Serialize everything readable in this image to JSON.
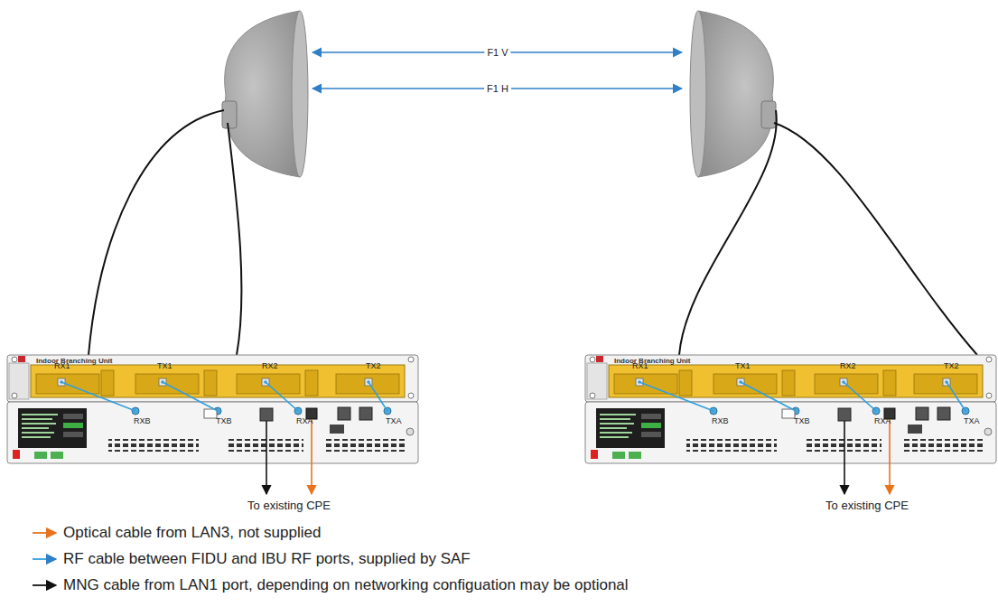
{
  "diagram": {
    "nodes": [
      {
        "text": [
          "Indoor Branching Unit",
          "RX1",
          "TX1",
          "RX2",
          "TX2"
        ]
      },
      {
        "text": [
          "RXB",
          "TXB",
          "RXA",
          "TXA"
        ]
      },
      {
        "text": [
          "Indoor Branching Unit",
          "RX1",
          "TX1",
          "RX2",
          "TX2"
        ]
      },
      {
        "text": [
          "RXB",
          "TXB",
          "RXA",
          "TXA"
        ]
      }
    ],
    "labels": [
      "F1 V",
      "F1 H",
      "To existing CPE",
      "To existing CPE"
    ],
    "legend": [
      {
        "text": "Optical cable from LAN3, not supplied"
      },
      {
        "text": "RF cable between FIDU and IBU RF ports, supplied by SAF"
      },
      {
        "text": "MNG cable from LAN1 port, depending on networking configuation may be optional"
      }
    ]
  }
}
